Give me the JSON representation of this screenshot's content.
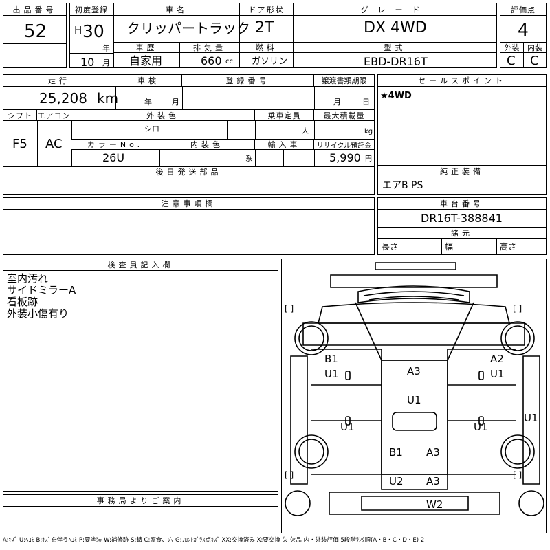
{
  "header": {
    "lot_label": "出品番号",
    "lot": "52",
    "first_reg_label": "初度登録",
    "era": "H",
    "year": "30",
    "year_unit": "年",
    "month": "10",
    "month_unit": "月",
    "car_name_label": "車名",
    "car_name": "クリッパートラック",
    "door_label": "ドア形状",
    "door": "2T",
    "grade_label": "グレード",
    "grade": "DX 4WD",
    "score_label": "評価点",
    "score": "4",
    "history_label": "車歴",
    "history": "自家用",
    "displacement_label": "排気量",
    "displacement": "660",
    "displacement_unit": "cc",
    "fuel_label": "燃料",
    "fuel": "ガソリン",
    "model_label": "型式",
    "model": "EBD-DR16T",
    "exterior_label": "外装",
    "exterior": "C",
    "interior_label": "内装",
    "interior": "C"
  },
  "row2": {
    "mileage_label": "走行",
    "mileage": "25,208",
    "mileage_unit": "km",
    "inspection_label": "車検",
    "inspection_year_unit": "年",
    "inspection_month_unit": "月",
    "regno_label": "登録番号",
    "transfer_label": "譲渡書類期限",
    "transfer_month_unit": "月",
    "transfer_day_unit": "日",
    "shift_label": "シフト",
    "shift": "F5",
    "ac_label": "エアコン",
    "ac": "AC",
    "ext_color_label": "外装色",
    "ext_color": "シロ",
    "capacity_label": "乗車定員",
    "capacity_unit": "人",
    "max_load_label": "最大積載量",
    "max_load_unit": "kg",
    "color_no_label": "カラーNo.",
    "color_no": "26U",
    "int_color_label": "内装色",
    "int_color_unit": "系",
    "import_label": "輸入車",
    "recycle_label": "リサイクル預託金",
    "recycle": "5,990",
    "recycle_unit": "円",
    "later_parts_label": "後日発送部品"
  },
  "sales": {
    "label": "セールスポイント",
    "text": "★4WD"
  },
  "equipment": {
    "label": "純正装備",
    "text": "エアB PS"
  },
  "notes": {
    "label": "注意事項欄"
  },
  "chassis": {
    "label": "車台番号",
    "number": "DR16T-388841",
    "dims_label": "諸元",
    "length_label": "長さ",
    "width_label": "幅",
    "height_label": "高さ"
  },
  "inspector": {
    "label": "検査員記入欄",
    "lines": [
      "室内汚れ",
      "サイドミラーA",
      "看板跡",
      "外装小傷有り"
    ]
  },
  "office": {
    "label": "事務局よりご案内"
  },
  "diagram": {
    "bracket_left": "[    ]",
    "bracket_right": "[    ]",
    "labels": {
      "b1": "B1",
      "u1_left": "U1",
      "a3_top": "A3",
      "a2": "A2",
      "u1_right": "U1",
      "u1_center": "U1",
      "u1_bottom_left": "U1",
      "u1_bottom_right": "U1",
      "u1_far_right": "U1",
      "b1_bed": "B1",
      "a3_bed": "A3",
      "u2": "U2",
      "a3_rear": "A3",
      "w2": "W2"
    }
  },
  "legend": "A:ｷｽﾞ U:ﾍｺﾐ B:ｷｽﾞを伴うﾍｺﾐ P:要塗装 W:補修跡 S:錆 C:腐食、穴 G:ﾌﾛﾝﾄｶﾞﾗｽ点ｷｽﾞ XX:交換済み X:要交換 欠:欠品 内・外装評価 5段階ﾗﾝｸ順(A・B・C・D・E) 2"
}
